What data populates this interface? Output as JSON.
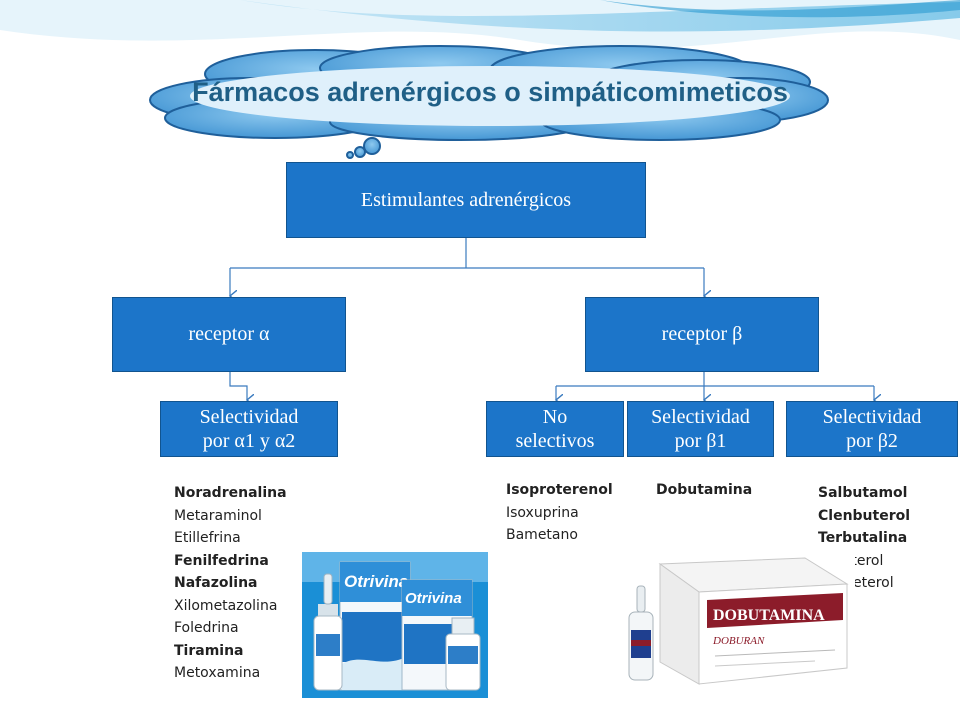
{
  "title": "Fármacos adrenérgicos o simpáticomimeticos",
  "nodes": {
    "root": "Estimulantes adrenérgicos",
    "alpha": "receptor α",
    "beta": "receptor β",
    "alpha_sel": [
      "Selectividad",
      "por α1 y α2"
    ],
    "no_sel": [
      "No",
      "selectivos"
    ],
    "beta1_sel": [
      "Selectividad",
      "por β1"
    ],
    "beta2_sel": [
      "Selectividad",
      "por β2"
    ]
  },
  "lists": {
    "alpha": [
      {
        "name": "Noradrenalina",
        "bold": true
      },
      {
        "name": "Metaraminol",
        "bold": false
      },
      {
        "name": "Etillefrina",
        "bold": false
      },
      {
        "name": "Fenilfedrina",
        "bold": true
      },
      {
        "name": "Nafazolina",
        "bold": true
      },
      {
        "name": "Xilometazolina",
        "bold": false
      },
      {
        "name": "Foledrina",
        "bold": false
      },
      {
        "name": "Tiramina",
        "bold": true
      },
      {
        "name": "Metoxamina",
        "bold": false
      }
    ],
    "nonselective": [
      {
        "name": "Isoproterenol",
        "bold": true
      },
      {
        "name": "Isoxuprina",
        "bold": false
      },
      {
        "name": "Bametano",
        "bold": false
      }
    ],
    "beta1": [
      {
        "name": "Dobutamina",
        "bold": true
      }
    ],
    "beta2": [
      {
        "name": "Salbutamol",
        "bold": true
      },
      {
        "name": "Clenbuterol",
        "bold": true
      },
      {
        "name": "Terbutalina",
        "bold": true
      },
      {
        "name": "Fenoterol",
        "bold": false
      },
      {
        "name": "Salmeterol",
        "bold": false
      }
    ]
  },
  "products": {
    "otrivina_brand": "Otrivina",
    "dobutamina_brand": "DOBUTAMINA",
    "dobutamina_sub": "DOBURAN"
  },
  "colors": {
    "box_fill": "#1c75c9",
    "title_color": "#1f5f86",
    "cloud_fill": "#4aa0dd",
    "line_color": "#3b7bbf"
  }
}
